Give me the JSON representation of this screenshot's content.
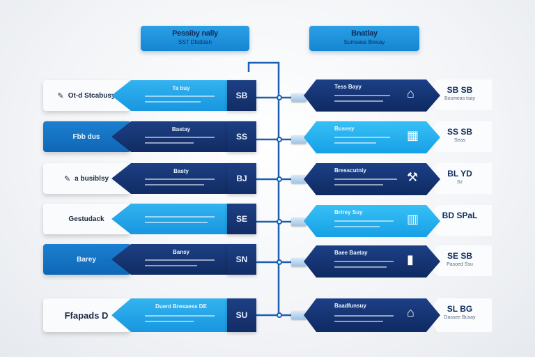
{
  "headers": [
    {
      "title": "Pessiby nally",
      "subtitle": "SST Dfattdah"
    },
    {
      "title": "Bnatlay",
      "subtitle": "Sumsess Bwsay"
    }
  ],
  "left_rows": [
    {
      "label": "Ot-d Stcabusy",
      "label_icon": "pencil-icon",
      "panel_title": "Ta buy",
      "tab_value": "SB",
      "card_style": "light",
      "panel_style": "light"
    },
    {
      "label": "Fbb dus",
      "label_icon": "",
      "panel_title": "Bastay",
      "tab_value": "SS",
      "card_style": "dark",
      "panel_style": "dark"
    },
    {
      "label": "a busiblsy",
      "label_icon": "pencil-icon",
      "panel_title": "Basty",
      "tab_value": "BJ",
      "card_style": "light",
      "panel_style": "dark"
    },
    {
      "label": "Gestudack",
      "label_icon": "",
      "panel_title": "",
      "tab_value": "SE",
      "card_style": "light",
      "panel_style": "light"
    },
    {
      "label": "Barey",
      "label_icon": "",
      "panel_title": "Bansy",
      "tab_value": "SN",
      "card_style": "dark",
      "panel_style": "dark"
    },
    {
      "label": "Ffapads D",
      "label_icon": "",
      "panel_title": "Duent Bresaess DE",
      "tab_value": "SU",
      "card_style": "light",
      "panel_style": "light"
    }
  ],
  "right_rows": [
    {
      "panel_title": "Tess Bayy",
      "icon": "house-icon",
      "icon_glyph": "⌂",
      "value": "SB SB",
      "sub": "Bosmeas tsay",
      "panel_style": "dark"
    },
    {
      "panel_title": "Busesy",
      "icon": "building-icon",
      "icon_glyph": "▦",
      "value": "SS SB",
      "sub": "Seas",
      "panel_style": "light"
    },
    {
      "panel_title": "Bresscutniy",
      "icon": "tools-icon",
      "icon_glyph": "⚒",
      "value": "BL YD",
      "sub": "Sz",
      "panel_style": "dark"
    },
    {
      "panel_title": "Brtrey Suy",
      "icon": "factory-icon",
      "icon_glyph": "▥",
      "value": "BD SPaL",
      "sub": "",
      "panel_style": "light"
    },
    {
      "panel_title": "Baee Baetay",
      "icon": "chart-icon",
      "icon_glyph": "▮",
      "value": "SE SB",
      "sub": "Pasoed Ssu",
      "panel_style": "dark"
    },
    {
      "panel_title": "Baadfunsuy",
      "icon": "home-icon",
      "icon_glyph": "⌂",
      "value": "SL BG",
      "sub": "Dassee Busay",
      "panel_style": "dark"
    }
  ],
  "colors": {
    "accent_light": "#1896e0",
    "accent_dark": "#112c63",
    "connector": "#1a5fb0"
  }
}
